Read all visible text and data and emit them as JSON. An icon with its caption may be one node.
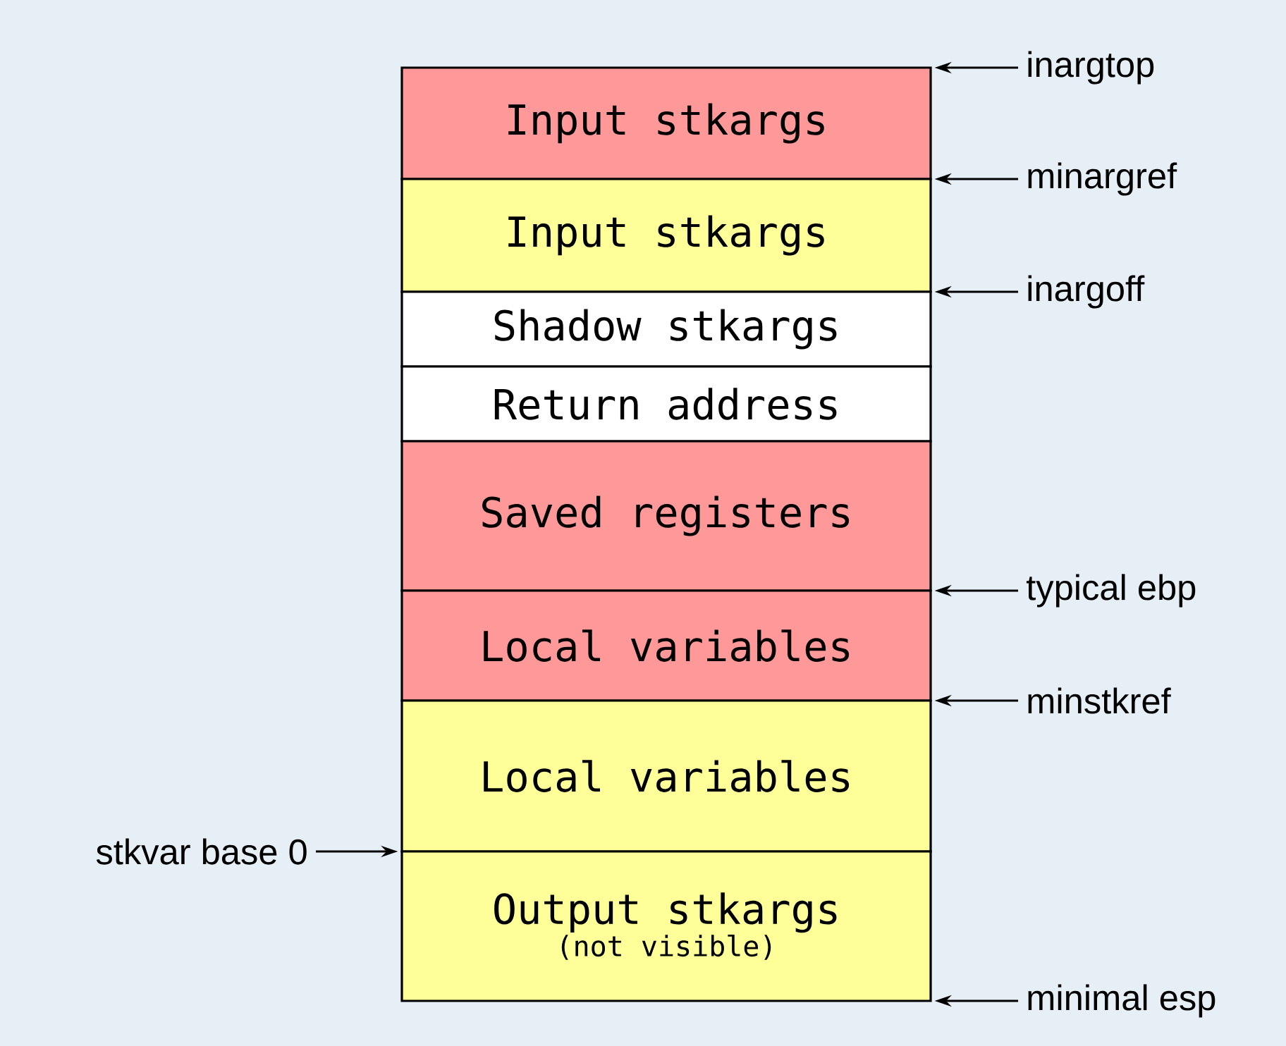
{
  "diagram": {
    "nodes": [
      {
        "text": [
          "Input stkargs"
        ]
      },
      {
        "text": [
          "Input stkargs"
        ]
      },
      {
        "text": [
          "Shadow stkargs"
        ]
      },
      {
        "text": [
          "Return address"
        ]
      },
      {
        "text": [
          "Saved registers"
        ]
      },
      {
        "text": [
          "Local variables"
        ]
      },
      {
        "text": [
          "Local variables"
        ]
      },
      {
        "text": [
          "Output stkargs",
          "(not visible)"
        ]
      },
      {
        "text": [
          "inargtop"
        ]
      },
      {
        "text": [
          "minargref"
        ]
      },
      {
        "text": [
          "inargoff"
        ]
      },
      {
        "text": [
          "typical ebp"
        ]
      },
      {
        "text": [
          "minstkref"
        ]
      },
      {
        "text": [
          "stkvar base 0"
        ]
      },
      {
        "text": [
          "minimal esp"
        ]
      }
    ],
    "edges": [
      {
        "from": 8,
        "to": 0,
        "arrow": "to"
      },
      {
        "from": 9,
        "to": 0,
        "arrow": "to"
      },
      {
        "from": 10,
        "to": 2,
        "arrow": "to"
      },
      {
        "from": 11,
        "to": 5,
        "arrow": "to"
      },
      {
        "from": 12,
        "to": 5,
        "arrow": "to"
      },
      {
        "from": 13,
        "to": 7,
        "arrow": "to"
      },
      {
        "from": 14,
        "to": 7,
        "arrow": "to"
      }
    ]
  }
}
